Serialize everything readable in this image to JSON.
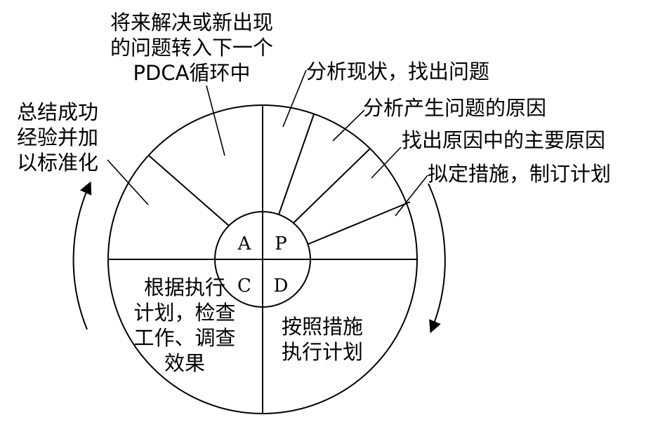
{
  "diagram": {
    "quadrants": {
      "a": "A",
      "p": "P",
      "c": "C",
      "d": "D"
    },
    "labels": {
      "next_cycle": [
        "将来解决或新出现",
        "的问题转入下一个",
        "PDCA循环中"
      ],
      "summarize": [
        "总结成功",
        "经验并加",
        "以标准化"
      ],
      "p_step1": "分析现状，找出问题",
      "p_step2": "分析产生问题的原因",
      "p_step3": "找出原因中的主要原因",
      "p_step4": "拟定措施，制订计划",
      "check": [
        "根据执行",
        "计划，检查",
        "工作、调查",
        "效果"
      ],
      "do": [
        "按照措施",
        "执行计划"
      ]
    }
  }
}
